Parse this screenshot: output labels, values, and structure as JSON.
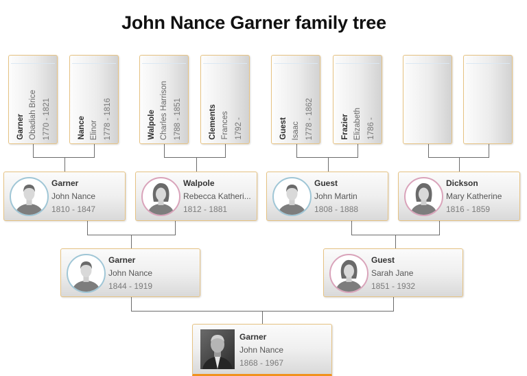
{
  "title": "John Nance Garner family tree",
  "tree": {
    "great_grandparents": [
      {
        "surname": "Garner",
        "given": "Obadiah Brice",
        "dates": "1770 - 1821"
      },
      {
        "surname": "Nance",
        "given": "Elinor",
        "dates": "1778 - 1816"
      },
      {
        "surname": "Walpole",
        "given": "Charles Harrison",
        "dates": "1788 - 1851"
      },
      {
        "surname": "Clements",
        "given": "Frances",
        "dates": "1792 -"
      },
      {
        "surname": "Guest",
        "given": "Isaac",
        "dates": "1778 - 1862"
      },
      {
        "surname": "Frazier",
        "given": "Elizabeth",
        "dates": "1786 -"
      },
      {
        "surname": "",
        "given": "",
        "dates": ""
      },
      {
        "surname": "",
        "given": "",
        "dates": ""
      }
    ],
    "grandparents": [
      {
        "surname": "Garner",
        "given": "John Nance",
        "dates": "1810 - 1847",
        "gender": "male"
      },
      {
        "surname": "Walpole",
        "given": "Rebecca Katheri...",
        "dates": "1812 - 1881",
        "gender": "female"
      },
      {
        "surname": "Guest",
        "given": "John Martin",
        "dates": "1808 - 1888",
        "gender": "male"
      },
      {
        "surname": "Dickson",
        "given": "Mary Katherine",
        "dates": "1816 - 1859",
        "gender": "female"
      }
    ],
    "parents": [
      {
        "surname": "Garner",
        "given": "John Nance",
        "dates": "1844 - 1919",
        "gender": "male"
      },
      {
        "surname": "Guest",
        "given": "Sarah Jane",
        "dates": "1851 - 1932",
        "gender": "female"
      }
    ],
    "subject": {
      "surname": "Garner",
      "given": "John Nance",
      "dates": "1868 - 1967",
      "avatar": "photo"
    }
  },
  "colors": {
    "card_border": "#e6c282",
    "male_ring": "#9fc6d6",
    "female_ring": "#d9a3ba",
    "subject_accent": "#f0921e",
    "connector": "#6b6b6b"
  },
  "icons": {
    "male": "male-avatar-icon",
    "female": "female-avatar-icon"
  }
}
